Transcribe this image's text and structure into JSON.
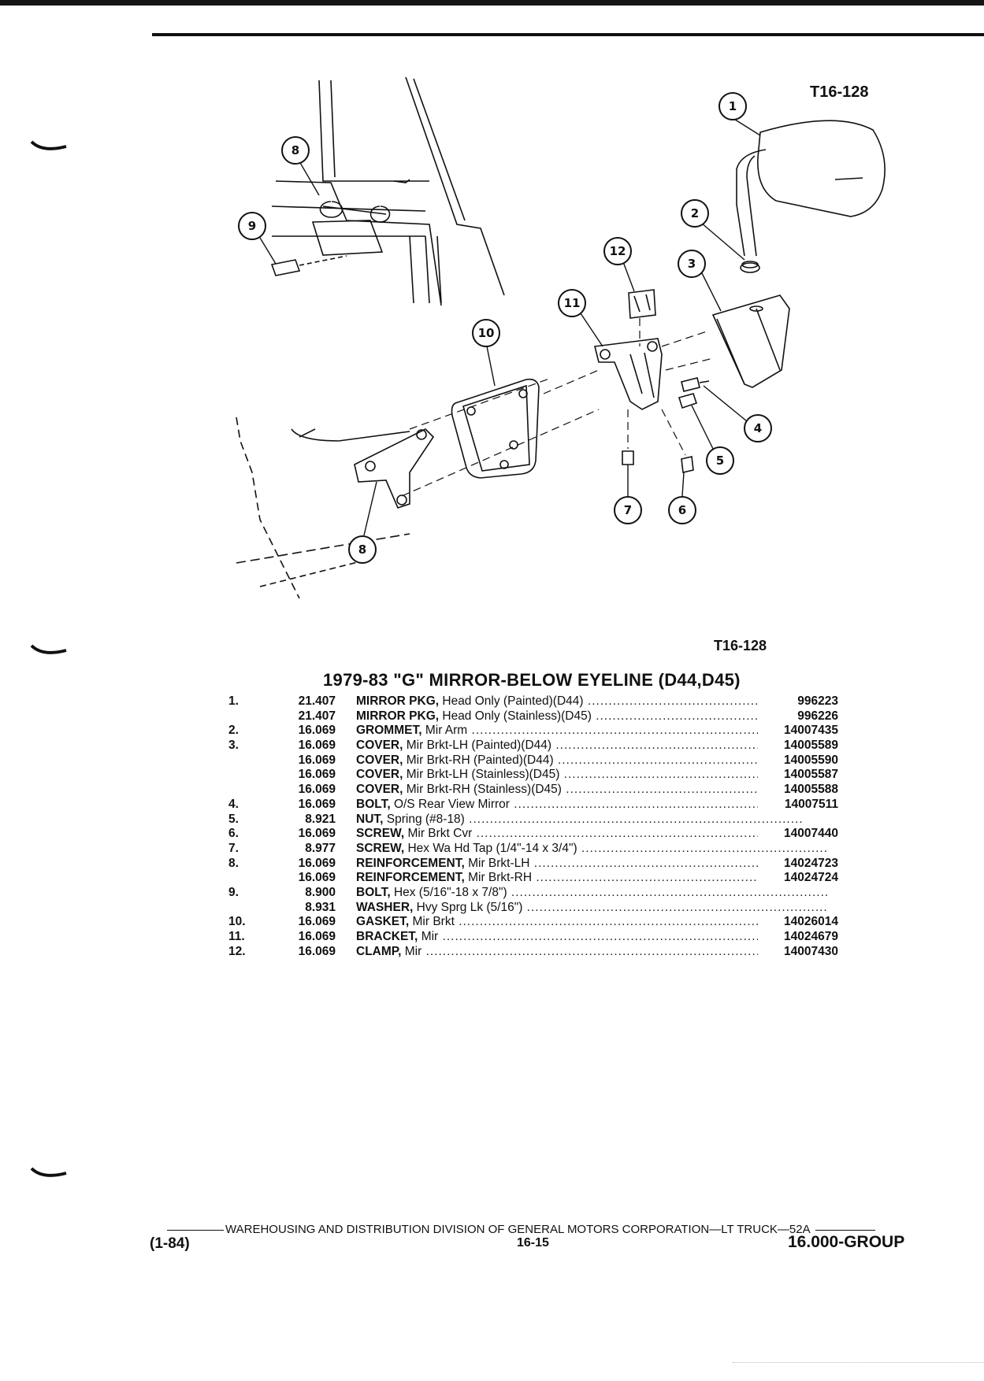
{
  "figure": {
    "code_top": "T16-128",
    "code_bottom": "T16-128",
    "callouts": [
      "1",
      "2",
      "3",
      "4",
      "5",
      "6",
      "7",
      "8",
      "9",
      "10",
      "11",
      "12",
      "8"
    ]
  },
  "section": {
    "title": "1979-83 \"G\" MIRROR-BELOW EYELINE (D44,D45)"
  },
  "parts": [
    {
      "index": "1.",
      "group": "21.407",
      "name": "MIRROR PKG,",
      "desc": "Head Only (Painted)(D44)",
      "part_no": "996223"
    },
    {
      "index": "",
      "group": "21.407",
      "name": "MIRROR PKG,",
      "desc": "Head Only (Stainless)(D45)",
      "part_no": "996226"
    },
    {
      "index": "2.",
      "group": "16.069",
      "name": "GROMMET,",
      "desc": "Mir Arm",
      "part_no": "14007435"
    },
    {
      "index": "3.",
      "group": "16.069",
      "name": "COVER,",
      "desc": "Mir Brkt-LH (Painted)(D44)",
      "part_no": "14005589"
    },
    {
      "index": "",
      "group": "16.069",
      "name": "COVER,",
      "desc": "Mir Brkt-RH (Painted)(D44)",
      "part_no": "14005590"
    },
    {
      "index": "",
      "group": "16.069",
      "name": "COVER,",
      "desc": "Mir Brkt-LH (Stainless)(D45)",
      "part_no": "14005587"
    },
    {
      "index": "",
      "group": "16.069",
      "name": "COVER,",
      "desc": "Mir Brkt-RH (Stainless)(D45)",
      "part_no": "14005588"
    },
    {
      "index": "4.",
      "group": "16.069",
      "name": "BOLT,",
      "desc": "O/S Rear View Mirror",
      "part_no": "14007511"
    },
    {
      "index": "5.",
      "group": "8.921",
      "name": "NUT,",
      "desc": "Spring (#8-18)",
      "part_no": ""
    },
    {
      "index": "6.",
      "group": "16.069",
      "name": "SCREW,",
      "desc": "Mir Brkt Cvr",
      "part_no": "14007440"
    },
    {
      "index": "7.",
      "group": "8.977",
      "name": "SCREW,",
      "desc": "Hex Wa Hd Tap (1/4\"-14 x 3/4\")",
      "part_no": ""
    },
    {
      "index": "8.",
      "group": "16.069",
      "name": "REINFORCEMENT,",
      "desc": "Mir Brkt-LH",
      "part_no": "14024723"
    },
    {
      "index": "",
      "group": "16.069",
      "name": "REINFORCEMENT,",
      "desc": "Mir Brkt-RH",
      "part_no": "14024724"
    },
    {
      "index": "9.",
      "group": "8.900",
      "name": "BOLT,",
      "desc": "Hex (5/16\"-18 x 7/8\")",
      "part_no": ""
    },
    {
      "index": "",
      "group": "8.931",
      "name": "WASHER,",
      "desc": "Hvy Sprg Lk (5/16\")",
      "part_no": ""
    },
    {
      "index": "10.",
      "group": "16.069",
      "name": "GASKET,",
      "desc": "Mir Brkt",
      "part_no": "14026014"
    },
    {
      "index": "11.",
      "group": "16.069",
      "name": "BRACKET,",
      "desc": "Mir",
      "part_no": "14024679"
    },
    {
      "index": "12.",
      "group": "16.069",
      "name": "CLAMP,",
      "desc": "Mir",
      "part_no": "14007430"
    }
  ],
  "footer": {
    "publisher": "WAREHOUSING AND DISTRIBUTION  DIVISION OF GENERAL MOTORS CORPORATION—LT TRUCK—52A",
    "date": "(1-84)",
    "page": "16-15",
    "group": "16.000-GROUP"
  }
}
